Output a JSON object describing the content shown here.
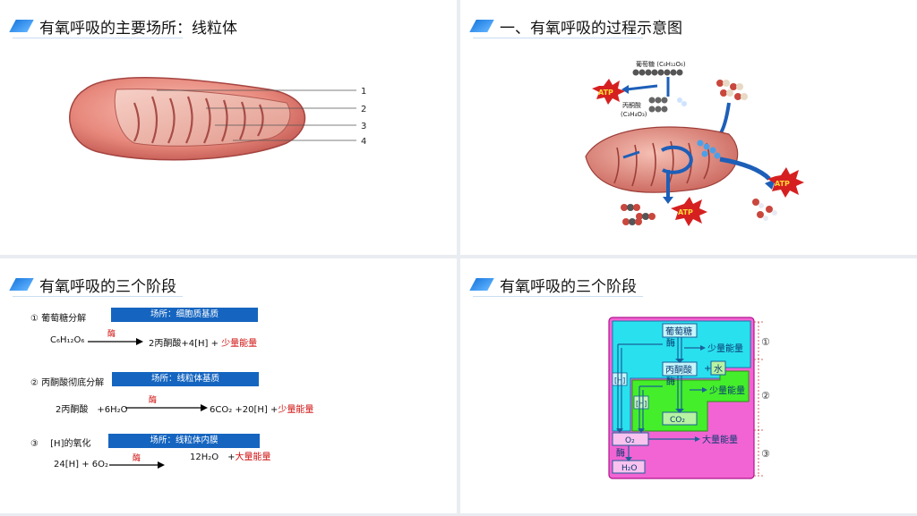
{
  "slide1": {
    "title": "有氧呼吸的主要场所：线粒体",
    "labels": [
      "1",
      "2",
      "3",
      "4"
    ]
  },
  "slide2": {
    "title": "一、有氧呼吸的过程示意图",
    "glucose_label": "葡萄糖 (C₆H₁₂O₆)",
    "pyruvate_label": "丙酮酸",
    "pyruvate_formula": "(C₃H₄O₃)",
    "atp": "ATP"
  },
  "slide3": {
    "title": "有氧呼吸的三个阶段",
    "stages": [
      {
        "name": "① 葡萄糖分解",
        "location": "场所：细胞质基质",
        "enzyme": "酶",
        "left": "C₆H₁₂O₆",
        "right": "2丙酮酸+4[H] +",
        "energy": "少量能量"
      },
      {
        "name": "② 丙酮酸彻底分解",
        "location": "场所：线粒体基质",
        "enzyme": "酶",
        "left": "2丙酮酸　+6H₂O",
        "right": "6CO₂ +20[H] +",
        "energy": "少量能量"
      },
      {
        "name": "③ 　[H]的氧化",
        "location": "场所：线粒体内膜",
        "enzyme": "酶",
        "left": "24[H] + 6O₂",
        "right": "12H₂O　+",
        "energy": "大量能量"
      }
    ]
  },
  "slide4": {
    "title": "有氧呼吸的三个阶段",
    "glucose": "葡萄糖",
    "enzyme": "酶",
    "energy_small": "少量能量",
    "energy_large": "大量能量",
    "pyruvate": "丙酮酸",
    "water": "水",
    "h": "[H]",
    "co2": "CO₂",
    "o2": "O₂",
    "h2o": "H₂O",
    "plus": "+",
    "stage_marks": [
      "①",
      "②",
      "③"
    ]
  }
}
